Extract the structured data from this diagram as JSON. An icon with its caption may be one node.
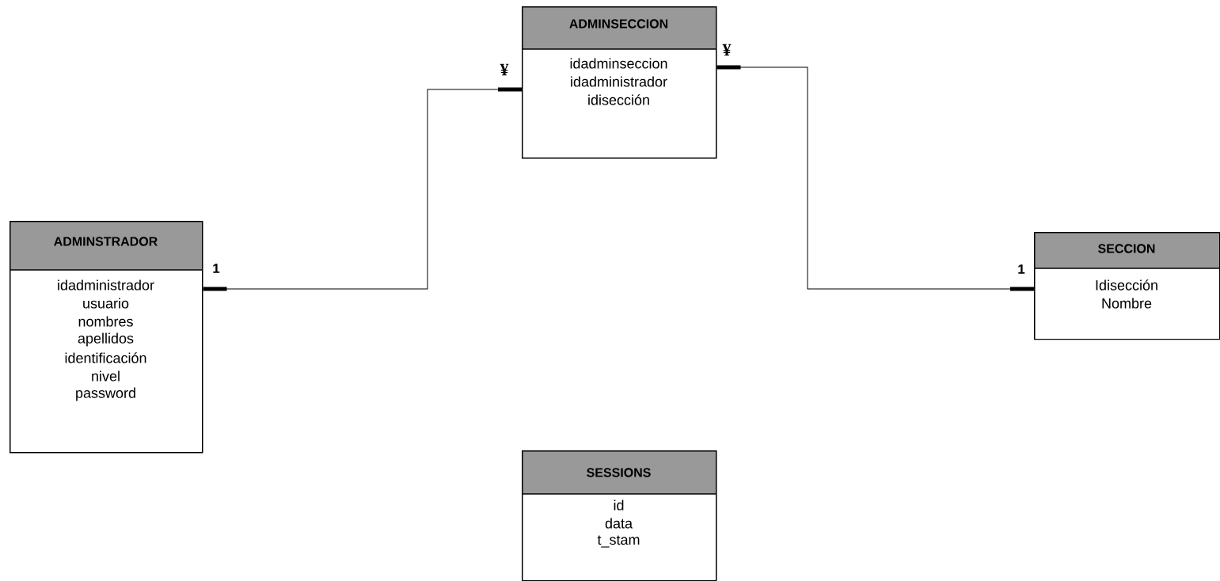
{
  "diagram": {
    "nodes": [
      {
        "text": [
          "ADMINSTRADOR",
          "idadministrador",
          "usuario",
          "nombres",
          "apellidos",
          "identificación",
          "nivel",
          "password"
        ]
      },
      {
        "text": [
          "ADMINSECCION",
          "idadminseccion",
          "idadministrador",
          "idisección"
        ]
      },
      {
        "text": [
          "SECCION",
          "Idisección",
          "Nombre"
        ]
      },
      {
        "text": [
          "SESSIONS",
          "id",
          "data",
          "t_stam"
        ]
      }
    ],
    "edges": [
      {
        "from": 0,
        "to": 1,
        "arrow": "other",
        "label": "1"
      },
      {
        "from": 1,
        "to": 2,
        "arrow": "other",
        "label": "1"
      }
    ],
    "labels": [
      "¥",
      "¥"
    ]
  }
}
